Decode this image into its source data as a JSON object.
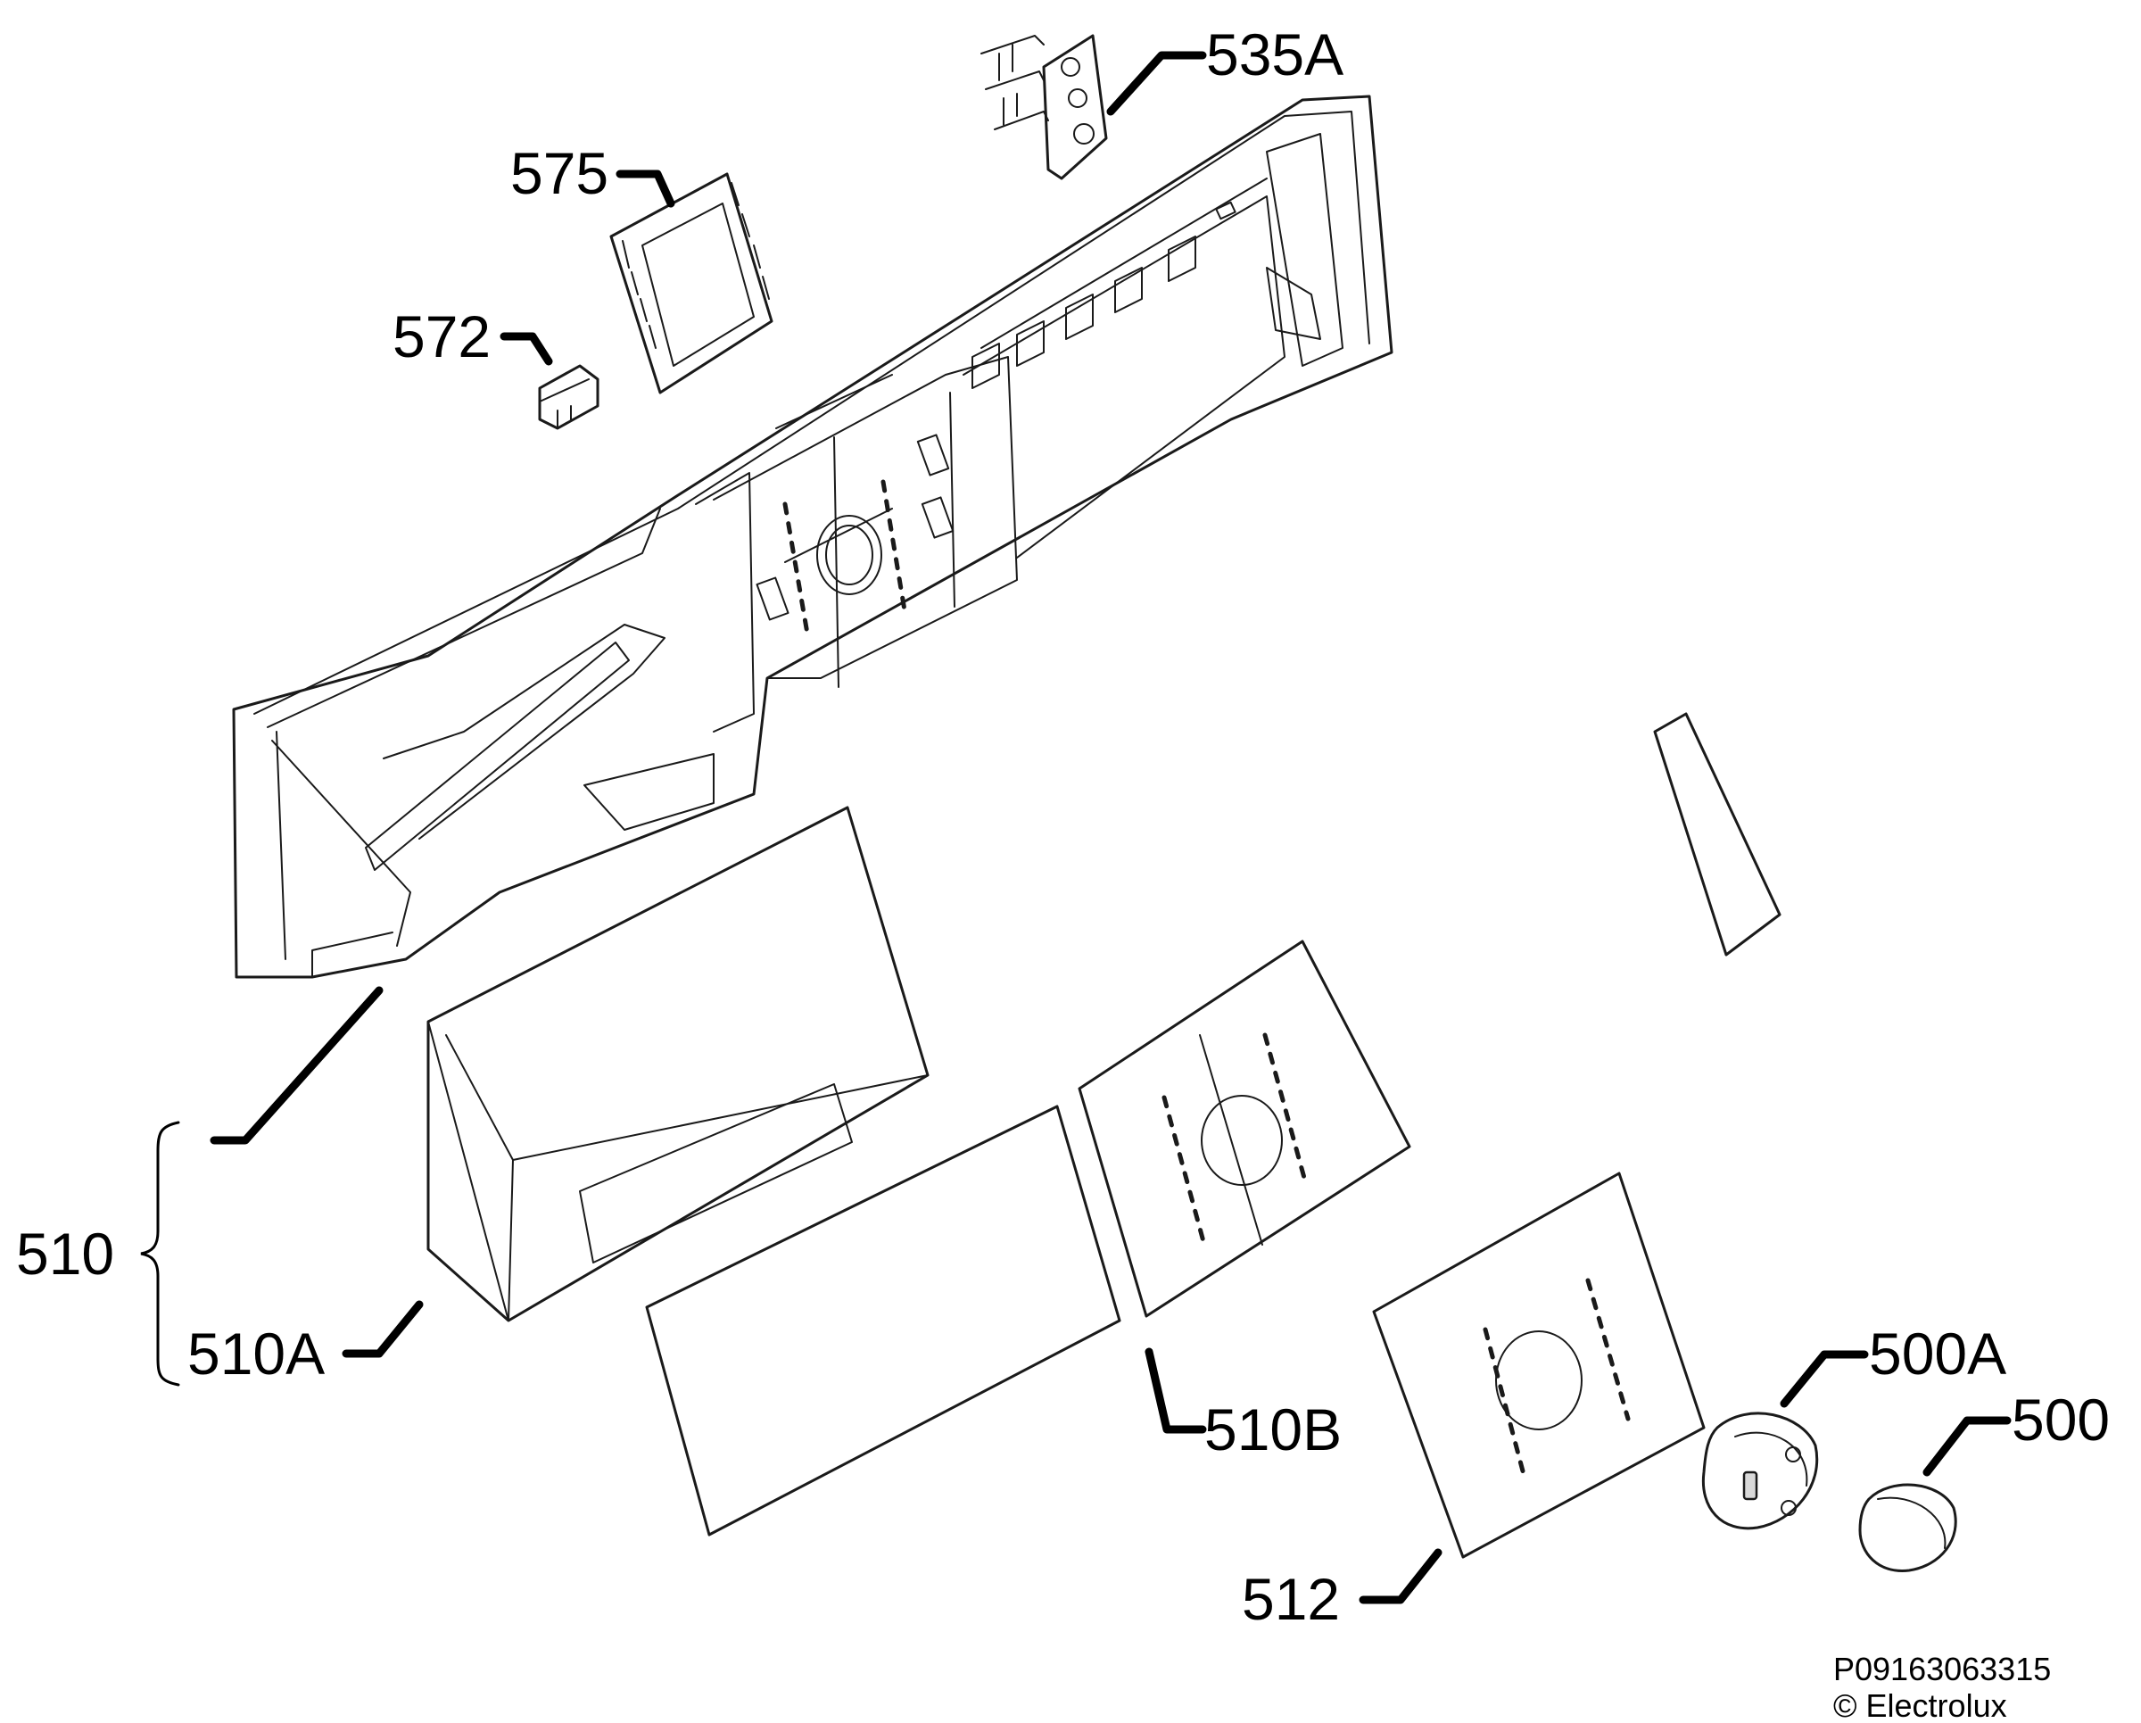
{
  "labels": {
    "p535A": "535A",
    "p575": "575",
    "p572": "572",
    "p510": "510",
    "p510A": "510A",
    "p510B": "510B",
    "p512": "512",
    "p500A": "500A",
    "p500": "500"
  },
  "footer": {
    "code": "P09163063315",
    "copyright": "© Electrolux"
  }
}
